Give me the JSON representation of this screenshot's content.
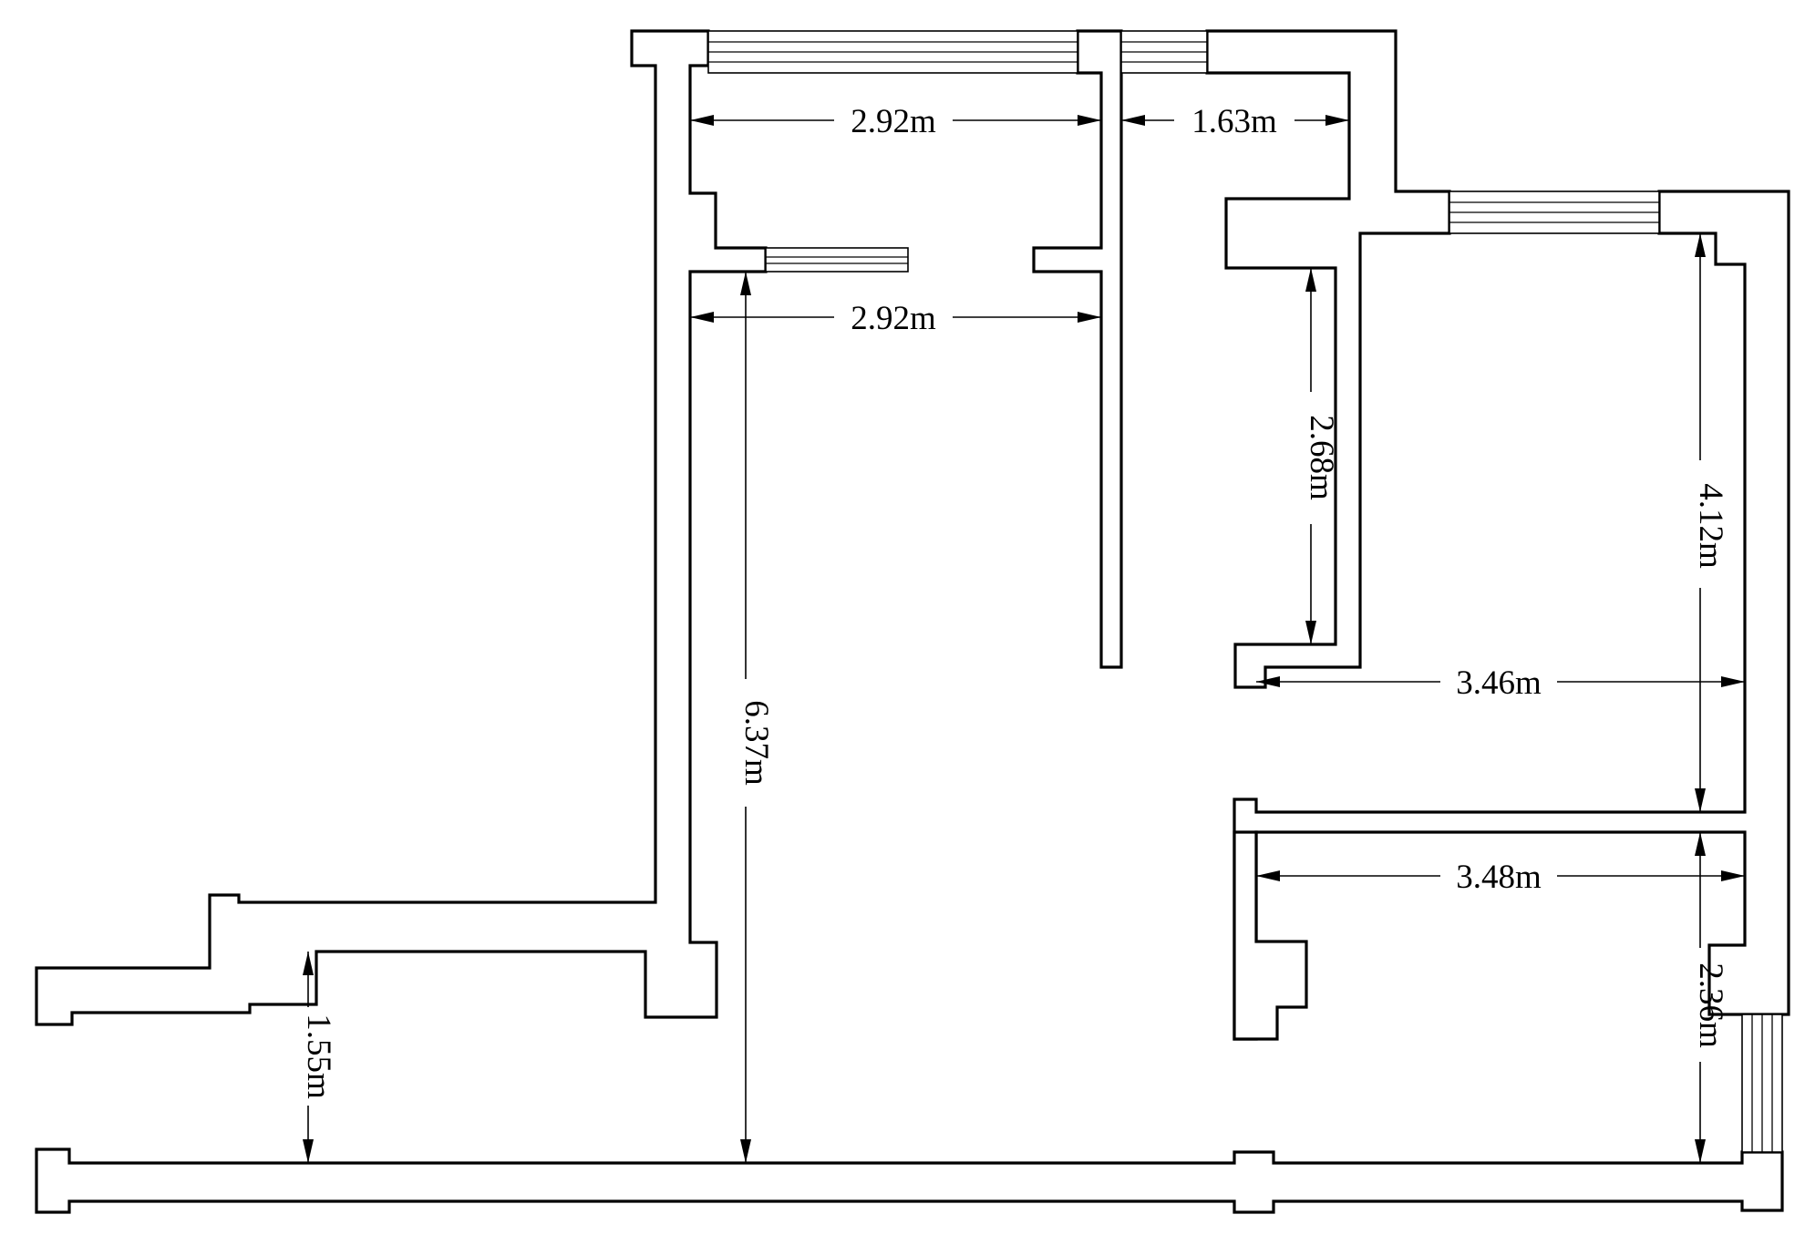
{
  "drawing": {
    "type": "floor plan",
    "background_color": "#ffffff",
    "line_color": "#000000"
  },
  "dimensions": {
    "top_left_room_width": "2.92m",
    "top_right_room_width": "1.63m",
    "lower_left_room_width": "2.92m",
    "right_closet_height": "2.68m",
    "right_room_height": "4.12m",
    "right_room_width": "3.46m",
    "main_hall_height": "6.37m",
    "lower_right_room_width": "3.48m",
    "lower_right_room_height": "2.36m",
    "lower_left_corridor_height": "1.55m"
  }
}
